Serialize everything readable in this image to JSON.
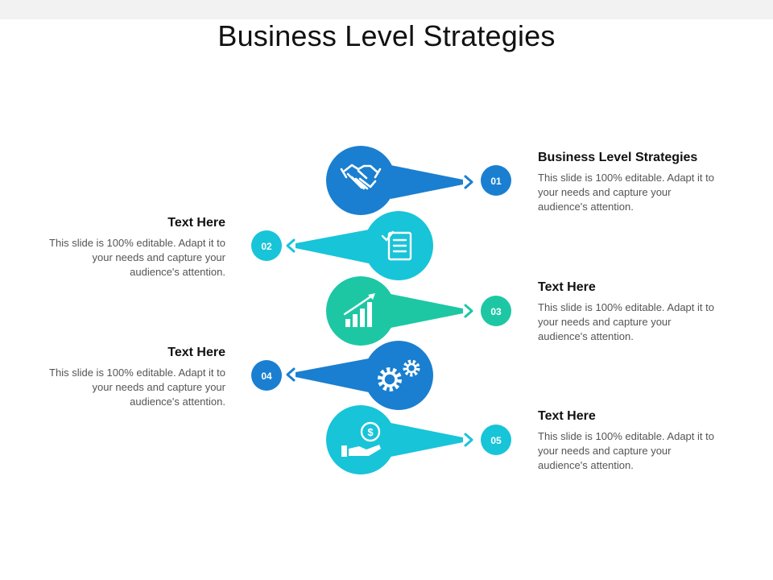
{
  "title": "Business Level Strategies",
  "colors": {
    "blue": "#1a7fd0",
    "teal": "#18c4d8",
    "green": "#1ec7a4",
    "white": "#ffffff"
  },
  "items": [
    {
      "number": "01",
      "heading": "Business Level Strategies",
      "text": "This slide is 100% editable. Adapt it to your needs and capture your audience's attention.",
      "icon": "handshake-icon"
    },
    {
      "number": "02",
      "heading": "Text Here",
      "text": "This slide is 100% editable. Adapt it to your needs and capture your audience's attention.",
      "icon": "checklist-icon"
    },
    {
      "number": "03",
      "heading": "Text Here",
      "text": "This slide is 100% editable. Adapt it to your needs and capture your audience's attention.",
      "icon": "growth-chart-icon"
    },
    {
      "number": "04",
      "heading": "Text Here",
      "text": "This slide is 100% editable. Adapt it to your needs and capture your audience's attention.",
      "icon": "gears-icon"
    },
    {
      "number": "05",
      "heading": "Text Here",
      "text": "This slide is 100% editable. Adapt it to your needs and capture your audience's attention.",
      "icon": "money-hand-icon"
    }
  ]
}
